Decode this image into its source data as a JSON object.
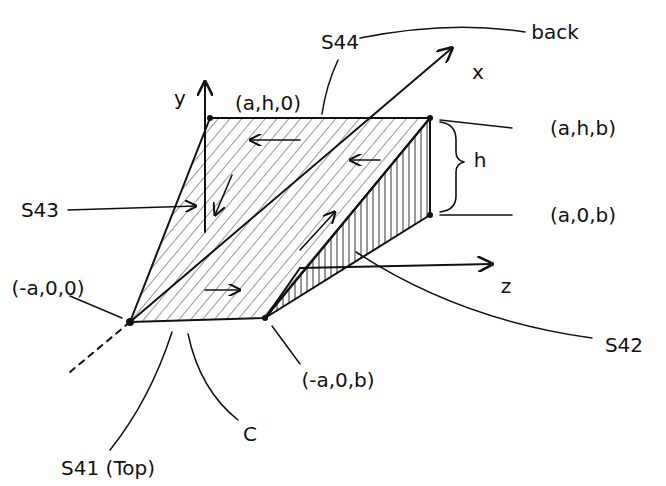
{
  "diagram": {
    "labels": [
      "y",
      "(a,h,0)",
      "S44",
      "back",
      "x",
      "(a,h,b)",
      "h",
      "(a,0,b)",
      "z",
      "S43",
      "(-a,0,0)",
      "(-a,0,b)",
      "S42",
      "C",
      "S41 (Top)"
    ]
  }
}
